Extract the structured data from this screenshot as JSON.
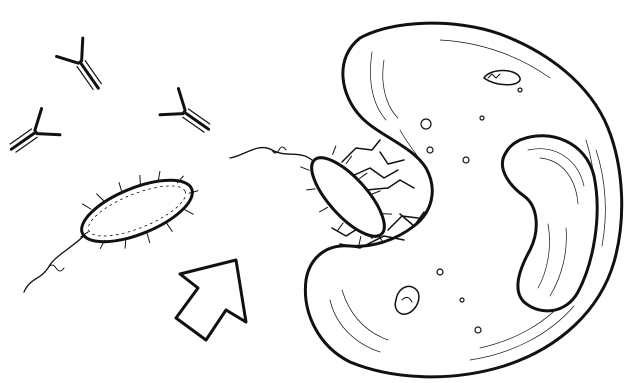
{
  "illustration": {
    "antibodies": [
      {
        "icon": "antibody-icon"
      },
      {
        "icon": "antibody-icon"
      },
      {
        "icon": "antibody-icon"
      }
    ],
    "bacteria": [
      {
        "icon": "bacterium-icon",
        "state": "free"
      },
      {
        "icon": "bacterium-icon",
        "state": "engulfed"
      }
    ],
    "phagocyte": {
      "icon": "phagocyte-cell-icon",
      "has_nucleus": true
    },
    "arrow": {
      "icon": "direction-arrow-icon",
      "direction": "up-right"
    },
    "colors": {
      "ink": "#111111",
      "fill": "#ffffff"
    }
  }
}
